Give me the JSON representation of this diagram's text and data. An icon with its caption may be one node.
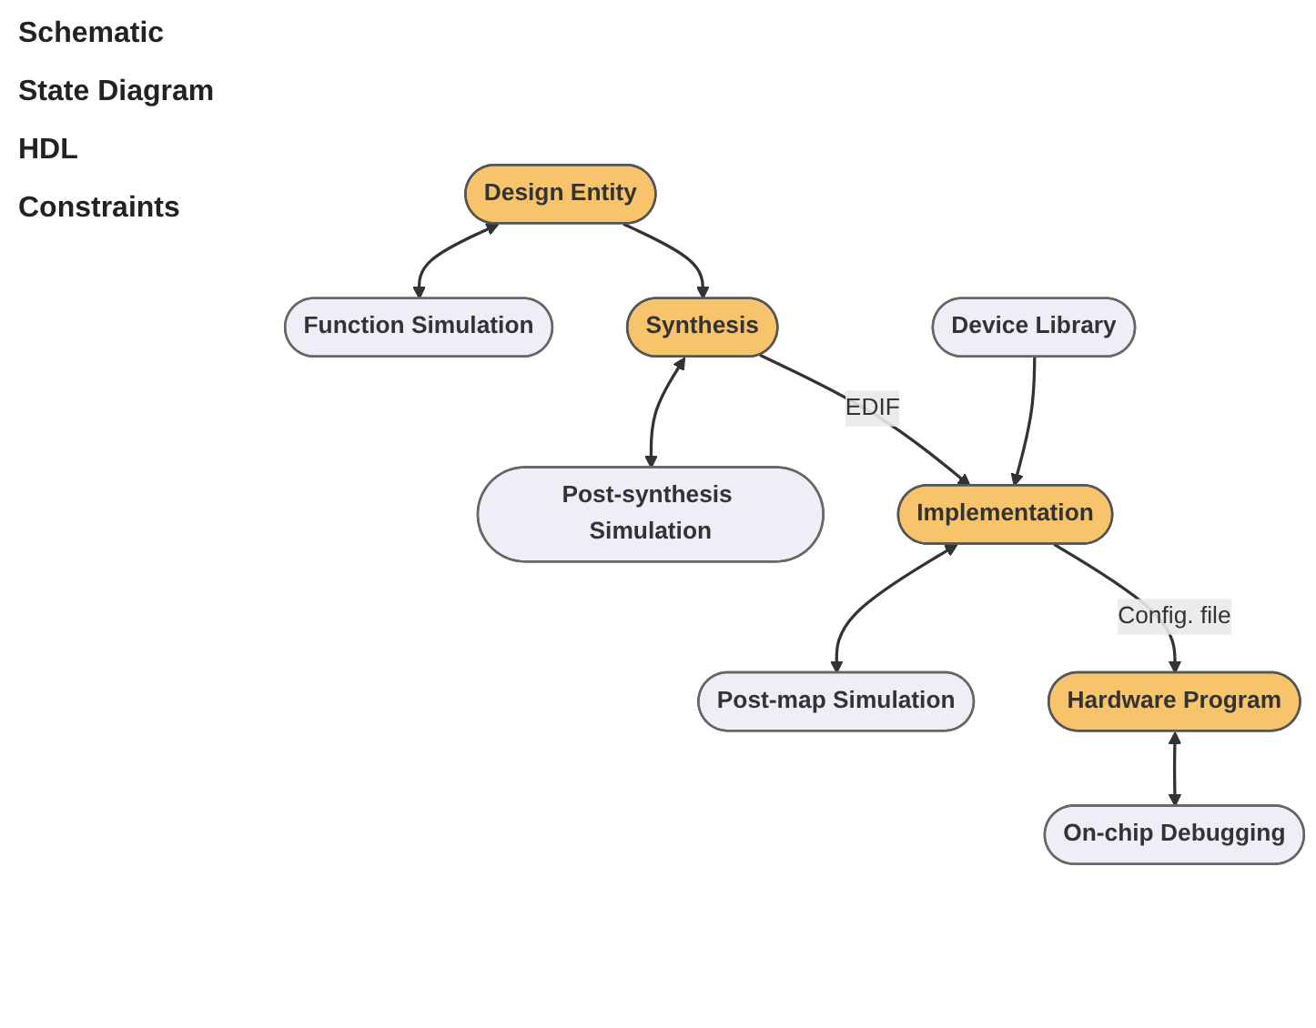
{
  "diagram": {
    "nodes": [
      {
        "text": [
          "Design Entity"
        ]
      },
      {
        "text": [
          "Function Simulation"
        ]
      },
      {
        "text": [
          "Synthesis"
        ]
      },
      {
        "text": [
          "Post-synthesis Simulation"
        ]
      },
      {
        "text": [
          "Device Library"
        ]
      },
      {
        "text": [
          "Implementation"
        ]
      },
      {
        "text": [
          "Post-map Simulation"
        ]
      },
      {
        "text": [
          "Hardware Program"
        ]
      },
      {
        "text": [
          "On-chip Debugging"
        ]
      }
    ],
    "edges": [
      {
        "from": 0,
        "to": 1,
        "arrow": "both"
      },
      {
        "from": 0,
        "to": 2,
        "arrow": "to"
      },
      {
        "from": 2,
        "to": 3,
        "arrow": "both"
      },
      {
        "from": 2,
        "to": 5,
        "arrow": "to",
        "label": "EDIF"
      },
      {
        "from": 4,
        "to": 5,
        "arrow": "to"
      },
      {
        "from": 5,
        "to": 6,
        "arrow": "both"
      },
      {
        "from": 5,
        "to": 7,
        "arrow": "to",
        "label": "Config. file"
      },
      {
        "from": 7,
        "to": 8,
        "arrow": "both"
      }
    ],
    "labels": [
      "Schematic",
      "State Diagram",
      "HDL",
      "Constraints"
    ]
  }
}
